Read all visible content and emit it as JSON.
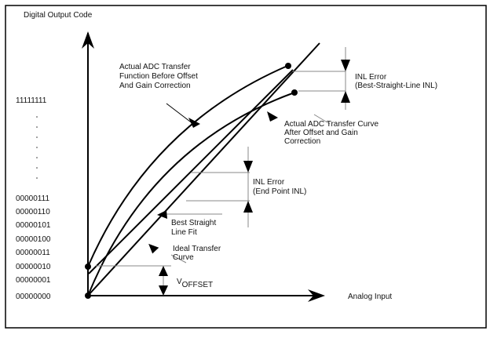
{
  "y_axis_label": "Digital Output Code",
  "x_axis_label": "Analog Input",
  "y_codes": [
    "11111111",
    "00000111",
    "00000110",
    "00000101",
    "00000100",
    "00000011",
    "00000010",
    "00000001",
    "00000000"
  ],
  "labels": {
    "before_line1": "Actual ADC Transfer",
    "before_line2": "Function Before Offset",
    "before_line3": "And Gain Correction",
    "after_line1": "Actual ADC Transfer Curve",
    "after_line2": "After Offset and Gain",
    "after_line3": "Correction",
    "inl_bsl_line1": "INL Error",
    "inl_bsl_line2": "(Best-Straight-Line INL)",
    "inl_ep_line1": "INL Error",
    "inl_ep_line2": "(End Point INL)",
    "bsl_line1": "Best Straight",
    "bsl_line2": "Line Fit",
    "ideal_line1": "Ideal Transfer",
    "ideal_line2": "Curve",
    "voffset": "V",
    "voffset_sub": "OFFSET"
  }
}
